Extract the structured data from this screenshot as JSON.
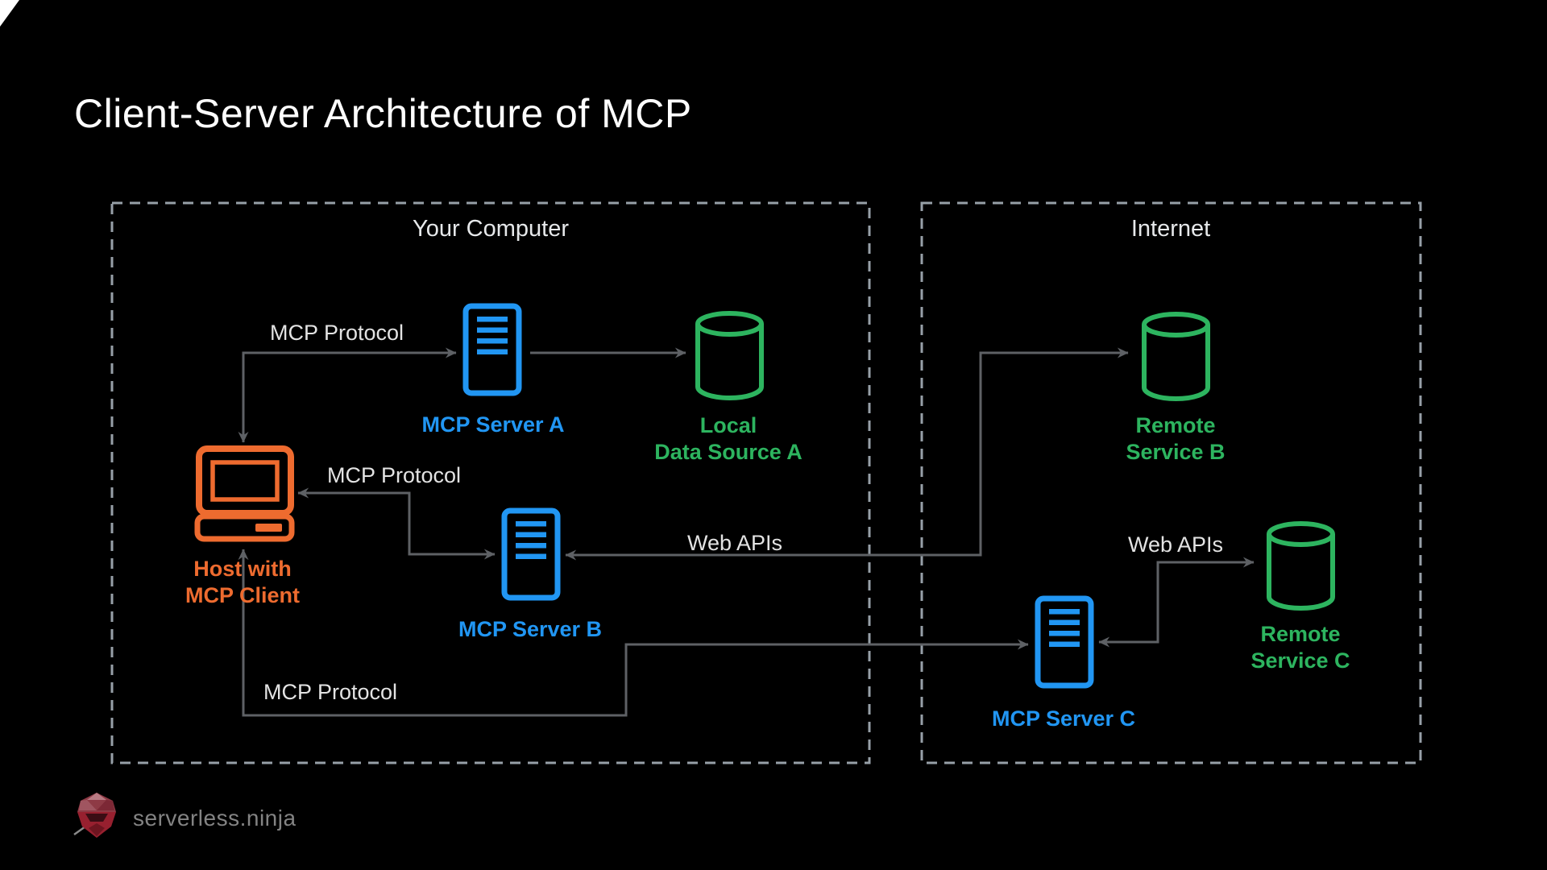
{
  "title": "Client-Server Architecture of MCP",
  "groups": {
    "your_computer": {
      "label": "Your Computer"
    },
    "internet": {
      "label": "Internet"
    }
  },
  "nodes": {
    "host": {
      "line1": "Host with",
      "line2": "MCP Client",
      "icon": "computer-icon",
      "color": "#EE6B2F"
    },
    "server_a": {
      "label": "MCP Server A",
      "icon": "server-icon",
      "color": "#2196F3"
    },
    "server_b": {
      "label": "MCP Server B",
      "icon": "server-icon",
      "color": "#2196F3"
    },
    "server_c": {
      "label": "MCP Server C",
      "icon": "server-icon",
      "color": "#2196F3"
    },
    "data_source_a": {
      "line1": "Local",
      "line2": "Data Source A",
      "icon": "database-cylinder-icon",
      "color": "#2DB45F"
    },
    "remote_service_b": {
      "line1": "Remote",
      "line2": "Service B",
      "icon": "database-cylinder-icon",
      "color": "#2DB45F"
    },
    "remote_service_c": {
      "line1": "Remote",
      "line2": "Service C",
      "icon": "database-cylinder-icon",
      "color": "#2DB45F"
    }
  },
  "edges": {
    "host_to_server_a": {
      "label": "MCP Protocol"
    },
    "host_to_server_b": {
      "label": "MCP Protocol"
    },
    "host_to_server_c": {
      "label": "MCP Protocol"
    },
    "server_b_web_apis": {
      "label": "Web APIs"
    },
    "server_c_web_apis": {
      "label": "Web APIs"
    }
  },
  "footer": {
    "brand": "serverless.ninja"
  },
  "palette": {
    "background": "#000000",
    "client_orange": "#EE6B2F",
    "server_blue": "#2196F3",
    "service_green": "#2DB45F",
    "connector_gray": "#5E6165",
    "dashed_border_gray": "#97A0A8",
    "label_gray": "#E3E3E3",
    "footer_gray": "#838383"
  }
}
